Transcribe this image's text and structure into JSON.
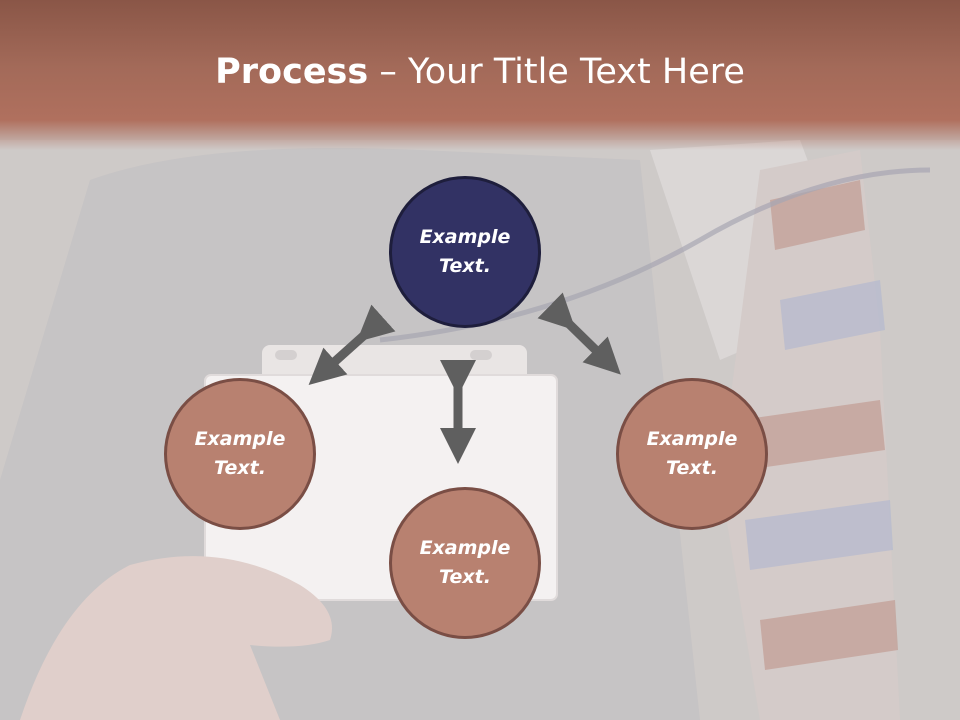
{
  "slide": {
    "title_bold": "Process",
    "title_dash": " – ",
    "title_rest": "Your Title Text Here"
  },
  "nodes": {
    "top": "Example Text.",
    "left": "Example Text.",
    "bottom": "Example Text.",
    "right": "Example Text."
  },
  "colors": {
    "title_band": "#a36a59",
    "primary_node": "#323264",
    "secondary_node": "#b88170",
    "arrow": "#5f5f5f"
  }
}
